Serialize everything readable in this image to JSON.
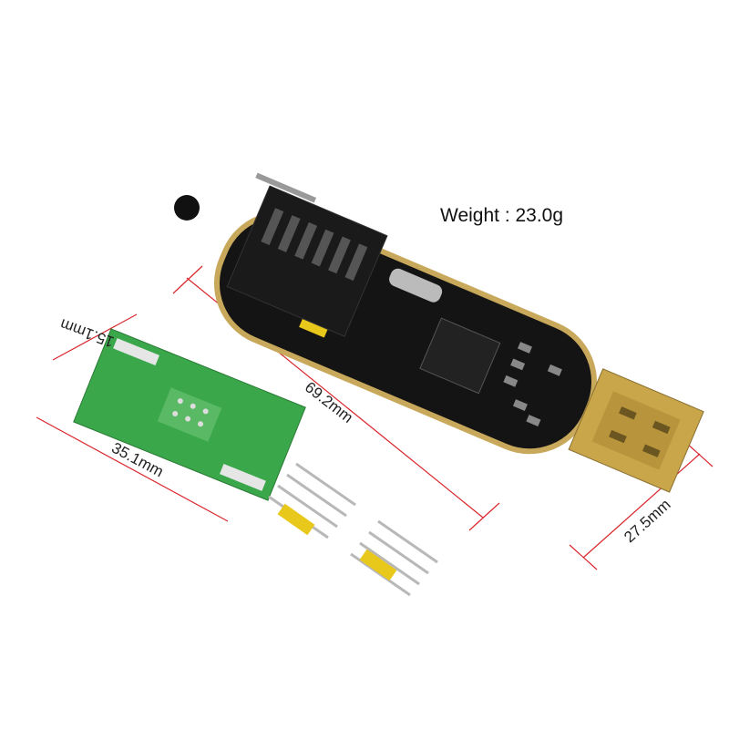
{
  "weight_label": "Weight : 23.0g",
  "dimensions": {
    "length": "69.2mm",
    "width": "27.5mm",
    "adapter_length": "35.1mm",
    "adapter_width": "15.1mm"
  },
  "colors": {
    "dimension_line": "#d9262c",
    "programmer_pcb": "#111111",
    "adapter_pcb": "#3aa84a",
    "header_plastic": "#e8c81a",
    "usb_gold": "#c9a64a"
  }
}
